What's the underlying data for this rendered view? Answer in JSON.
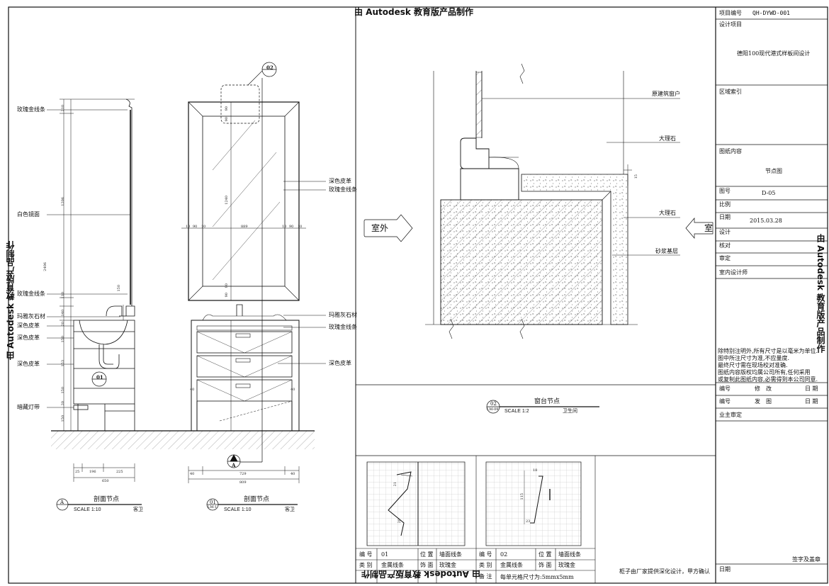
{
  "watermark": "由 Autodesk 教育版产品制作",
  "title_block": {
    "project_no_label": "项目编号",
    "project_no": "QH-DYWD-001",
    "design_project_label": "设计项目",
    "project_name": "德阳100现代港式样板间设计",
    "area_index_label": "区域索引",
    "drawing_content_label": "图纸内容",
    "drawing_content": "节点图",
    "drawing_no_label": "图号",
    "drawing_no": "D-05",
    "scale_label": "比例",
    "date_label": "日期",
    "date": "2015.03.28",
    "design_label": "设计",
    "check_label": "核对",
    "review_label": "审定",
    "designer_label": "室内设计师",
    "notes": [
      "除特别注明外,所有尺寸是以毫米为单位.",
      "图中所注尺寸为准,不应量度.",
      "最终尺寸需在现场校对准确.",
      "图纸内容版权均属公司所有,任何采用",
      "或复制此图纸内容,必需得到本公司同意."
    ],
    "rev_no_label": "编号",
    "rev_label": "修　改",
    "rev_date_label": "日 期",
    "issue_no_label": "编号",
    "issue_label": "发　图",
    "issue_date_label": "日 期",
    "owner_review_label": "业主审定",
    "sign_label": "签字及盖章",
    "sign_date_label": "日期"
  },
  "left_drawing": {
    "labels_left": [
      "玫瑰金线条",
      "白色镜面",
      "玫瑰金线条",
      "玛雅灰石材",
      "深色皮革",
      "深色皮革",
      "深色皮革",
      "暗藏灯带"
    ],
    "labels_right": [
      "深色皮革",
      "玫瑰金线条",
      "玛雅灰石材",
      "玫瑰金线条",
      "深色皮革"
    ],
    "dims_vertical": [
      "210",
      "1206",
      "2406",
      "110",
      "140",
      "20",
      "150",
      "153",
      "150",
      "20",
      "150",
      "150"
    ],
    "dims_mirror": [
      "90",
      "90",
      "1240",
      "90",
      "90"
    ],
    "dims_mirror_h": [
      "10",
      "90",
      "10",
      "889",
      "10",
      "90",
      "10"
    ],
    "dims_bottom_a": [
      "25",
      "196",
      "225",
      "650"
    ],
    "dims_bottom_b": [
      "40",
      "729",
      "40",
      "809"
    ],
    "dims_small": [
      "40",
      "40"
    ],
    "callout_02": "02",
    "callout_01": "01",
    "callout_a": "A",
    "section1_id": "A",
    "section1_title": "剖面节点",
    "section1_scale": "SCALE 1:10",
    "section1_room": "客卫",
    "section2_id": "01",
    "section2_sub": "LM-1",
    "section2_title": "剖面节点",
    "section2_scale": "SCALE 1:10",
    "section2_room": "客卫"
  },
  "right_drawing": {
    "labels": [
      "原建筑窗户",
      "大理石",
      "大理石",
      "砂浆基层"
    ],
    "dim_small": "15",
    "outside_left": "室外",
    "outside_right": "室",
    "title_id": "02",
    "title_sub": "LM-09",
    "title": "窗台节点",
    "scale": "SCALE 1:2",
    "room": "卫生间"
  },
  "profiles": {
    "p1_dims": [
      "21",
      "20"
    ],
    "p2_dims": [
      "18",
      "115",
      "23"
    ],
    "table": {
      "no_label": "编 号",
      "no1": "01",
      "pos_label": "位 置",
      "pos1": "墙面线条",
      "cat_label": "类 别",
      "cat1": "金属线条",
      "finish_label": "饰 面",
      "finish1": "玫瑰金",
      "no2": "02",
      "pos2": "墙面线条",
      "cat2": "金属线条",
      "finish2": "玫瑰金",
      "remark_label": "备 注",
      "remark": "每单元格尺寸为:5mmx5mm"
    },
    "footnote": "柜子由厂家提供深化设计，甲方确认"
  }
}
